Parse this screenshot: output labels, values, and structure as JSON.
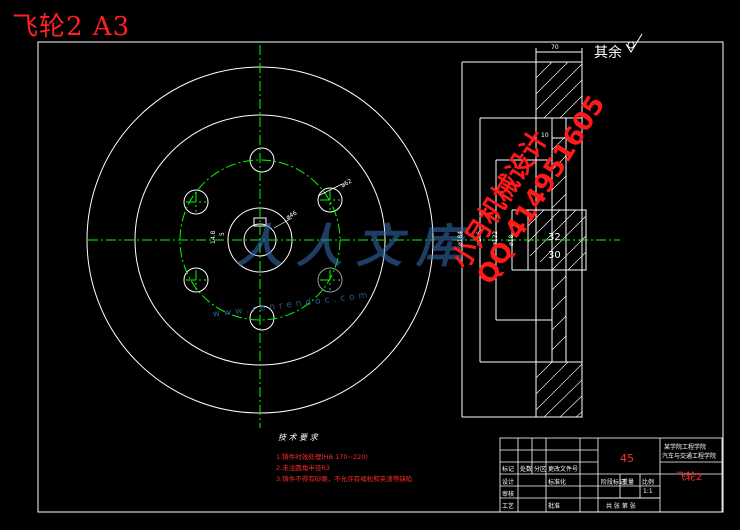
{
  "header": {
    "title": "飞轮2 A3"
  },
  "roughness_note": "其余",
  "dimensions": {
    "front_pcd": "ø62",
    "front_bore": "ø46",
    "front_keyway": "14.8",
    "front_key_width": "5",
    "side_width": "70",
    "side_hub": "10",
    "side_outer": "ø184",
    "side_rim": "ø146",
    "side_web": "ø122",
    "side_bore": "ø18",
    "side_h1": "32",
    "side_h2": "30"
  },
  "tech_requirements": {
    "title": "技 术 要 求",
    "items": [
      "1.铸件时效处理(HB 170~220)",
      "2.未注圆角半径R3",
      "3.铸件不得有砂眼，不允许有缩松和夹渣等缺陷"
    ]
  },
  "title_block": {
    "material": "45",
    "school_line1": "某学院工程学院",
    "school_line2": "汽车与交通工程学院",
    "part_name": "飞轮2",
    "label_mark": "标记",
    "label_count": "处数",
    "label_zone": "分区",
    "label_change": "更改文件号",
    "label_design": "设计",
    "label_standard": "标准化",
    "label_review": "审核",
    "label_process": "工艺",
    "label_approve": "批准",
    "label_stage": "阶段标记",
    "label_weight": "重量",
    "label_scale": "比例",
    "scale_value": "1:1",
    "label_sheets": "共 张 第 张"
  },
  "watermarks": {
    "red_line1": "小月机械设计",
    "red_line2": "QQ 414951605",
    "blue_logo": "人人文库",
    "blue_site": "www.renrendoc.com"
  },
  "colors": {
    "background": "#000000",
    "lines": "#ffffff",
    "centerlines": "#00ff00",
    "red": "#ff2020",
    "watermark_blue": "#3a72b8"
  }
}
